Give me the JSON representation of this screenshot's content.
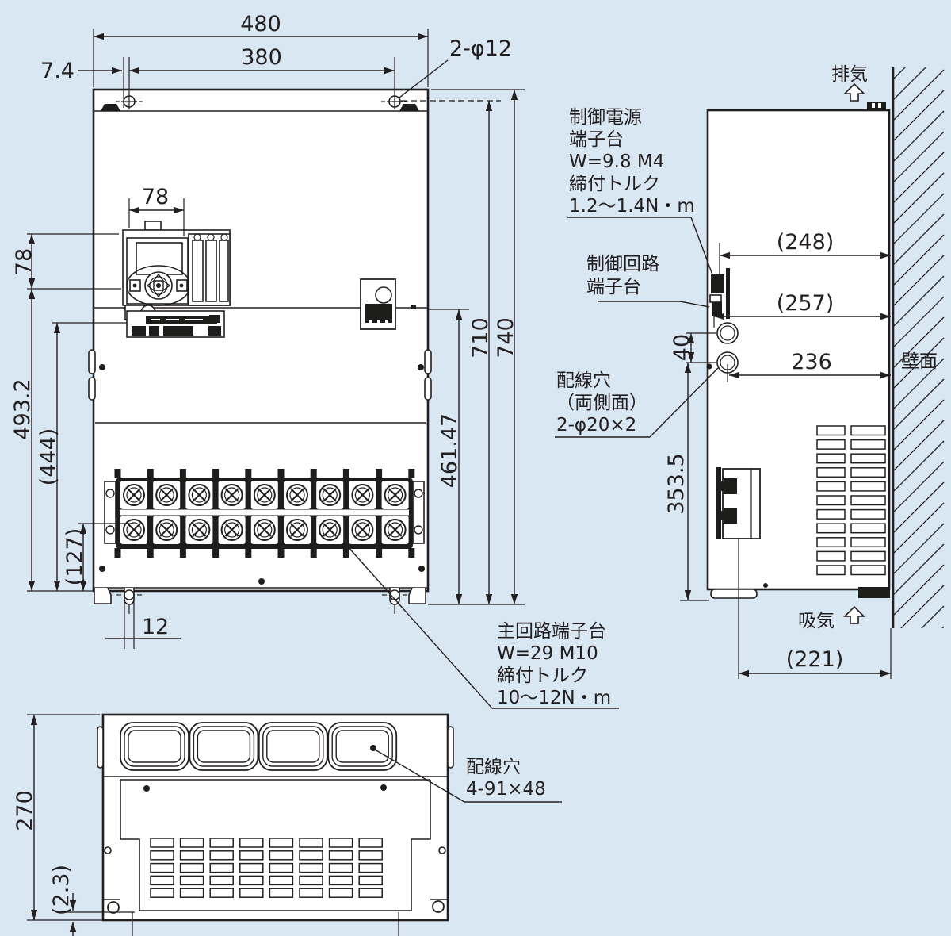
{
  "front_view": {
    "w_overall": "480",
    "w_pitch": "380",
    "w_edge": "7.4",
    "holes": "2-φ12",
    "kp_w": "78",
    "kp_h": "78",
    "h_chain": "493.2",
    "h_inner": "(444)",
    "h_term": "(127)",
    "slot": "12",
    "v_pitch": "710",
    "h_overall": "740",
    "term_pos": "461.47"
  },
  "side_view": {
    "exhaust": "排気",
    "intake": "吸気",
    "wall": "壁面",
    "d_top": "(248)",
    "d_ctrl": "(257)",
    "hole_gap": "40",
    "d_hole": "236",
    "hole_h": "353.5",
    "d_bottom": "(221)"
  },
  "bottom_view": {
    "depth": "270",
    "plate": "(2.3)"
  },
  "annotations": {
    "control_power_terminal": [
      "制御電源",
      "端子台",
      "W=9.8 M4",
      "締付トルク",
      "1.2〜1.4N・m"
    ],
    "control_circuit_terminal": [
      "制御回路",
      "端子台"
    ],
    "side_wiring_hole": [
      "配線穴",
      "（両側面）",
      "2-φ20×2"
    ],
    "main_circuit_terminal": [
      "主回路端子台",
      "W=29 M10",
      "締付トルク",
      "10〜12N・m"
    ],
    "bottom_wiring_hole": [
      "配線穴",
      "4-91×48"
    ]
  },
  "colors": {
    "background": "#d9e7f3",
    "line": "#231f20"
  }
}
